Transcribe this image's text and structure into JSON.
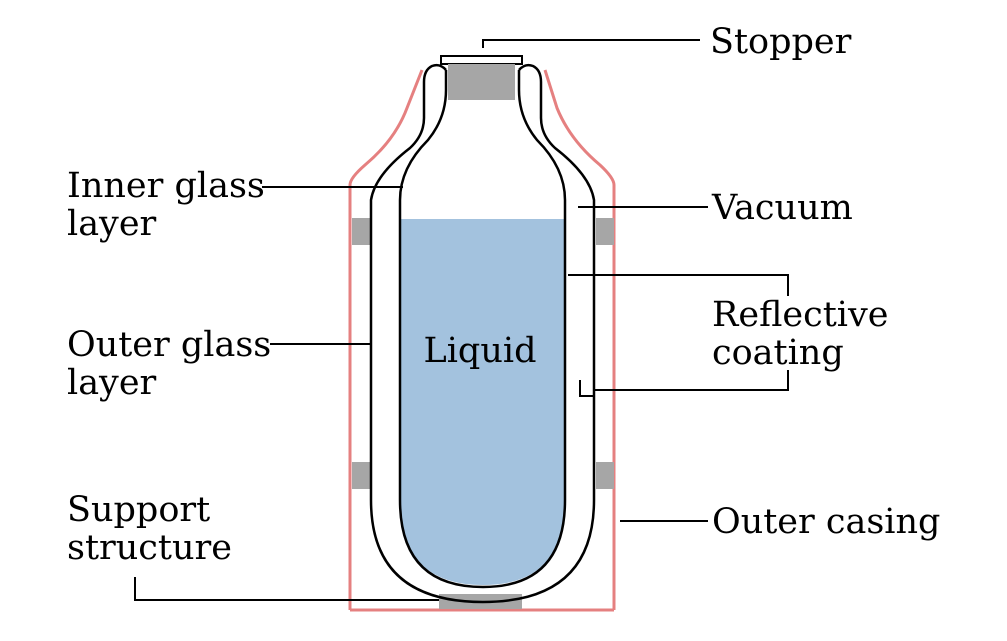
{
  "labels": {
    "stopper": "Stopper",
    "inner_glass_1": "Inner glass",
    "inner_glass_2": "layer",
    "vacuum": "Vacuum",
    "reflective_1": "Reflective",
    "reflective_2": "coating",
    "outer_glass_1": "Outer glass",
    "outer_glass_2": "layer",
    "liquid": "Liquid",
    "support_1": "Support",
    "support_2": "structure",
    "outer_casing": "Outer casing"
  },
  "colors": {
    "casing": "#e58080",
    "glass_line": "#000000",
    "liquid": "#a3c2de",
    "stopper": "#a6a6a6",
    "support": "#a6a6a6",
    "background": "#ffffff"
  }
}
